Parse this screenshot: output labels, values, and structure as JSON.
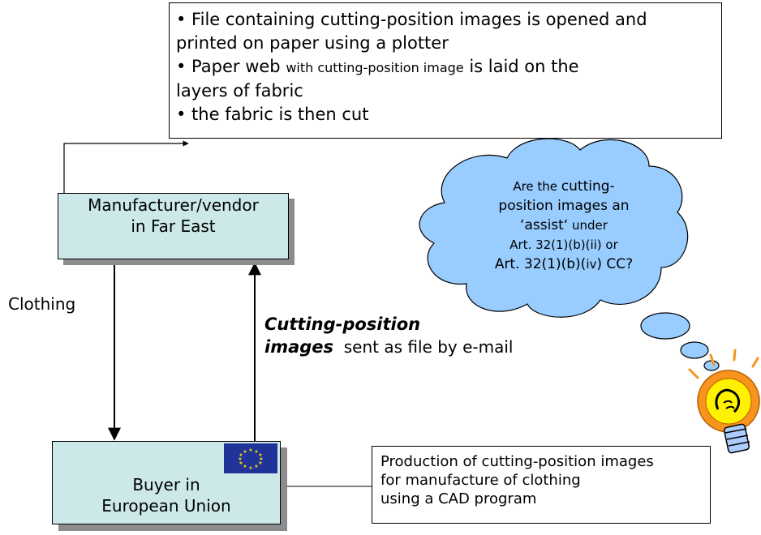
{
  "top_box": {
    "line1": "• File containing cutting-position images is opened and",
    "line2": "printed on paper using a plotter",
    "line3_a": "• Paper web ",
    "line3_b": "with cutting-position image",
    "line3_c": " is laid on the",
    "line4": "layers of fabric",
    "line5": "• the fabric is then cut"
  },
  "manufacturer": {
    "line1": "Manufacturer/vendor",
    "line2": "in Far East"
  },
  "clothing_label": "Clothing",
  "cutting_label": {
    "bold1": "Cutting-position",
    "bold2": "images",
    "rest": "sent as file by e-mail"
  },
  "buyer": {
    "line1": "Buyer in",
    "line2": "European Union"
  },
  "bottom_box": {
    "line1": "Production of cutting-position images",
    "line2": "for manufacture of clothing",
    "line3": "using a CAD program"
  },
  "cloud": {
    "line1_a": "Are the ",
    "line1_b": "cutting-",
    "line2": "position images an",
    "line3_a": "‘assist‘",
    "line3_b": " under",
    "line4": "Art. 32(1)(b)(ii) or",
    "line5_a": "Art. 32(1)(b)(",
    "line5_b": "iv",
    "line5_c": ") CC?"
  },
  "colors": {
    "box_fill": "#cce8e8",
    "cloud_fill": "#99ccff",
    "flag_blue": "#1f3399",
    "flag_star": "#ffde00",
    "bulb_orange": "#f7941d",
    "bulb_yellow": "#fff200"
  },
  "icons": [
    "eu-flag-icon",
    "light-bulb-icon",
    "thought-cloud"
  ]
}
